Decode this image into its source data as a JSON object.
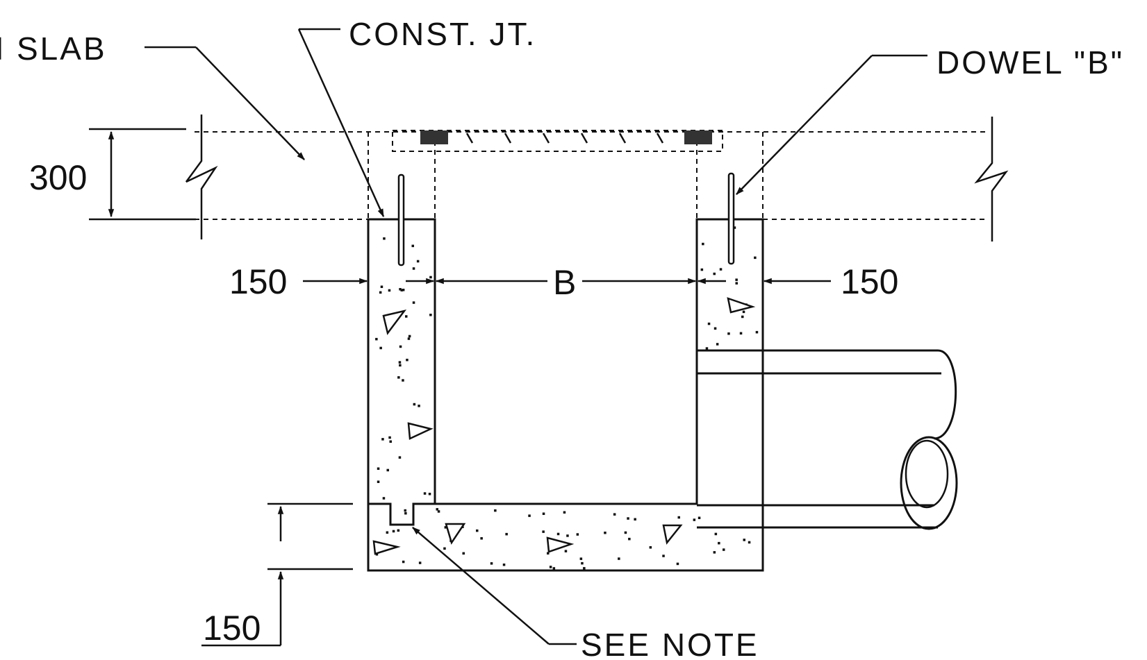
{
  "labels": {
    "slab": "H SLAB",
    "const_jt": "CONST. JT.",
    "dowel": "DOWEL \"B\"",
    "see_note": "SEE NOTE"
  },
  "dimensions": {
    "slab_thickness": "300",
    "left_wall": "150",
    "inner_width": "B",
    "right_wall": "150",
    "base_thickness": "150"
  }
}
